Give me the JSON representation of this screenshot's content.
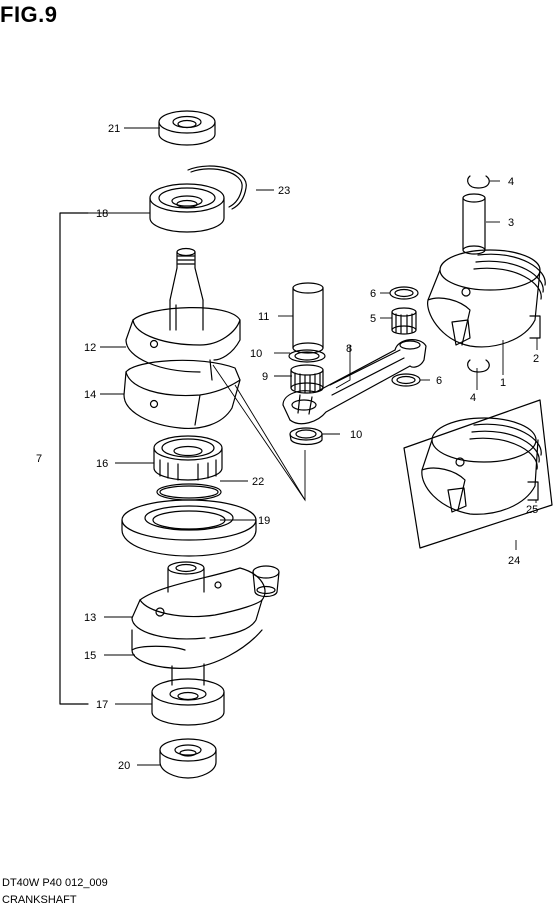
{
  "figure": {
    "title": "FIG.9"
  },
  "callouts": {
    "c1": "1",
    "c2": "2",
    "c3": "3",
    "c4a": "4",
    "c4b": "4",
    "c5": "5",
    "c6a": "6",
    "c6b": "6",
    "c7": "7",
    "c8": "8",
    "c9": "9",
    "c10a": "10",
    "c10b": "10",
    "c11": "11",
    "c12": "12",
    "c13": "13",
    "c14": "14",
    "c15": "15",
    "c16": "16",
    "c17": "17",
    "c18": "18",
    "c19": "19",
    "c20": "20",
    "c21": "21",
    "c22": "22",
    "c23": "23",
    "c24": "24",
    "c25": "25"
  },
  "footer": {
    "code": "DT40W P40 012_009",
    "name": "CRANKSHAFT"
  }
}
